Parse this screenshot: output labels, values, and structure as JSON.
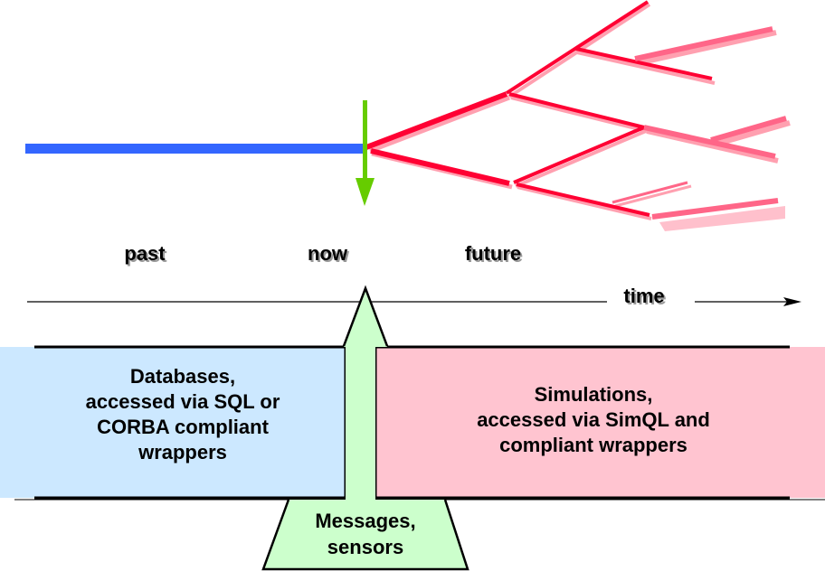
{
  "colors": {
    "past_line": "#3366ff",
    "now_arrow": "#66cc00",
    "future_primary": "#ff0033",
    "future_secondary": "#ff6688",
    "future_shadow": "#ffa0b0",
    "future_faint": "#ffc0cc",
    "database_box": "#cce8ff",
    "simulation_box": "#ffc4d0",
    "messages_shape": "#ccffcc"
  },
  "timeline_labels": {
    "past": "past",
    "now": "now",
    "future": "future",
    "time": "time"
  },
  "boxes": {
    "databases": {
      "lines": [
        "Databases,",
        "accessed via SQL or",
        "CORBA compliant",
        "wrappers"
      ]
    },
    "simulations": {
      "lines": [
        "Simulations,",
        "accessed via SimQL and",
        "compliant wrappers"
      ]
    },
    "messages": {
      "lines": [
        "Messages,",
        "sensors"
      ]
    }
  },
  "icons": {
    "now_marker": "down-arrow-icon",
    "time_axis": "right-arrow-icon"
  }
}
